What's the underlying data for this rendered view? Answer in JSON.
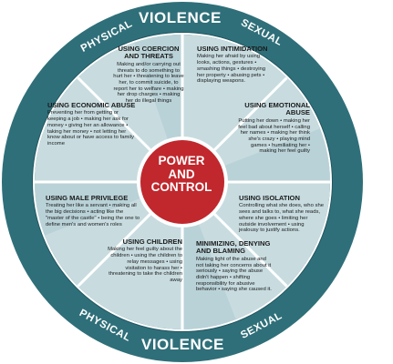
{
  "ring": {
    "top_violence": "VIOLENCE",
    "bottom_violence": "VIOLENCE",
    "top_left": "PHYSICAL",
    "top_right": "SEXUAL",
    "bottom_left": "PHYSICAL",
    "bottom_right": "SEXUAL"
  },
  "center": {
    "line1": "POWER",
    "line2": "AND",
    "line3": "CONTROL"
  },
  "segments": {
    "coercion": {
      "title": "USING COERCION AND THREATS",
      "body": "Making and/or carrying out threats to do something to hurt her • threatening to leave her, to commit suicide, to report her to welfare • making her drop charges • making her do illegal things"
    },
    "intimidation": {
      "title": "USING INTIMIDATION",
      "body": "Making her afraid by using looks, actions, gestures • smashing things • destroying her property • abusing pets • displaying weapons."
    },
    "emotional": {
      "title": "USING EMOTIONAL ABUSE",
      "body": "Putting her down • making her feel bad about herself • calling her names • making her think she's crazy • playing mind games • humiliating her • making her feel guilty"
    },
    "isolation": {
      "title": "USING ISOLATION",
      "body": "Controlling what she does, who she sees and talks to, what she reads, where she goes • limiting her outside involvement • using jealousy to justify actions."
    },
    "minimizing": {
      "title": "MINIMIZING, DENYING AND BLAMING",
      "body": "Making light of the abuse and not taking her concerns about it seriously • saying the abuse didn't happen • shifting responsibility for abusive behavior • saying she caused it."
    },
    "children": {
      "title": "USING CHILDREN",
      "body": "Making her feel guilty about the children • using the children to relay messages • using visitation to harass her • threatening to take the children away"
    },
    "privilege": {
      "title": "USING MALE PRIVILEGE",
      "body": "Treating her like a servant • making all the big decisions • acting like the \"master of the castle\" • being the one to define men's and women's roles"
    },
    "economic": {
      "title": "USING ECONOMIC ABUSE",
      "body": "Preventing her from getting or keeping a job • making her ask for money • giving her an allowance • taking her money • not letting her know about or have access to family income"
    }
  },
  "colors": {
    "outer_ring": "#2f6f79",
    "segment_light": "#c8dce0",
    "segment_mid": "#aecbd0",
    "center": "#c0282d",
    "divider": "#ffffff"
  }
}
